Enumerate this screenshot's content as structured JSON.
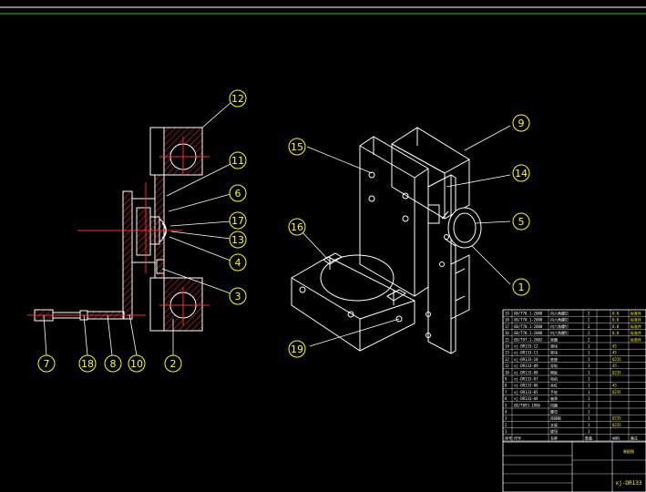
{
  "drawing": {
    "title_cn": "装配图",
    "drawing_number": "xj-DR133",
    "colors": {
      "background": "#000000",
      "outline": "#ffffff",
      "section_red": "#ff2a2a",
      "balloon": "#ffff00",
      "leader": "#ffffff",
      "accent_green": "#22cc22"
    },
    "section_view_balloons": [
      "12",
      "11",
      "6",
      "17",
      "13",
      "4",
      "3",
      "2",
      "10",
      "8",
      "18",
      "7"
    ],
    "iso_view_balloons": [
      "9",
      "15",
      "14",
      "16",
      "5",
      "1",
      "19"
    ]
  },
  "bom": {
    "rows": [
      {
        "no": "19",
        "code": "GB/T70.1-2008",
        "name": "内六角螺钉",
        "qty": "2",
        "mat": "8.8",
        "note": "标准件"
      },
      {
        "no": "18",
        "code": "GB/T70.1-2008",
        "name": "内六角螺钉",
        "qty": "2",
        "mat": "8.8",
        "note": "标准件"
      },
      {
        "no": "17",
        "code": "GB/T70.1-2008",
        "name": "内六角螺钉",
        "qty": "2",
        "mat": "8.8",
        "note": "标准件"
      },
      {
        "no": "16",
        "code": "GB/T70.1-2008",
        "name": "内六角螺钉",
        "qty": "2",
        "mat": "8.8",
        "note": "标准件"
      },
      {
        "no": "15",
        "code": "GB/T97.1-2002",
        "name": "垫圈",
        "qty": "2",
        "mat": "",
        "note": "标准件"
      },
      {
        "no": "14",
        "code": "xj-DR133-12",
        "name": "滑块",
        "qty": "1",
        "mat": "45",
        "note": ""
      },
      {
        "no": "13",
        "code": "xj-DR133-11",
        "name": "垫块",
        "qty": "1",
        "mat": "45",
        "note": ""
      },
      {
        "no": "12",
        "code": "xj-DR133-10",
        "name": "底座",
        "qty": "1",
        "mat": "Q235",
        "note": ""
      },
      {
        "no": "11",
        "code": "xj-DR133-09",
        "name": "导轨",
        "qty": "1",
        "mat": "45",
        "note": ""
      },
      {
        "no": "10",
        "code": "xj-DR133-08",
        "name": "侧板",
        "qty": "1",
        "mat": "Q235",
        "note": ""
      },
      {
        "no": "9",
        "code": "xj-DR133-07",
        "name": "电机",
        "qty": "1",
        "mat": "",
        "note": ""
      },
      {
        "no": "8",
        "code": "xj-DR133-06",
        "name": "丝杠",
        "qty": "1",
        "mat": "45",
        "note": ""
      },
      {
        "no": "7",
        "code": "xj-DR133-05",
        "name": "手轮",
        "qty": "1",
        "mat": "Q235",
        "note": ""
      },
      {
        "no": "6",
        "code": "xj-DR133-04",
        "name": "轴承",
        "qty": "1",
        "mat": "",
        "note": ""
      },
      {
        "no": "5",
        "code": "GB/T893-1986",
        "name": "挡圈",
        "qty": "1",
        "mat": "",
        "note": ""
      },
      {
        "no": "4",
        "code": "",
        "name": "螺母",
        "qty": "1",
        "mat": "",
        "note": ""
      },
      {
        "no": "3",
        "code": "",
        "name": "连接板",
        "qty": "1",
        "mat": "Q235",
        "note": ""
      },
      {
        "no": "2",
        "code": "",
        "name": "支架",
        "qty": "1",
        "mat": "Q235",
        "note": ""
      },
      {
        "no": "1",
        "code": "",
        "name": "旋钮",
        "qty": "1",
        "mat": "",
        "note": ""
      }
    ],
    "header": {
      "no": "序号",
      "code": "代号",
      "name": "名称",
      "qty": "数量",
      "mat": "材料",
      "note": "备注"
    }
  }
}
